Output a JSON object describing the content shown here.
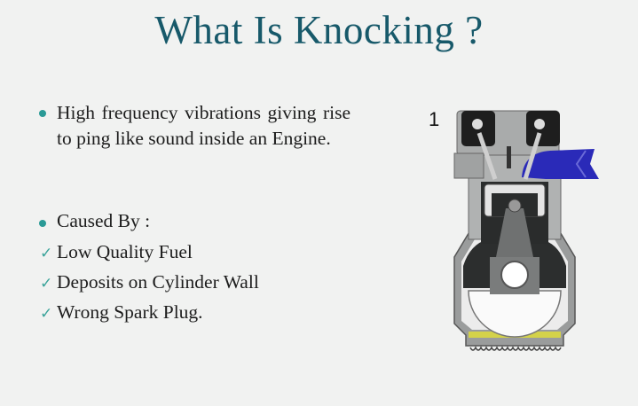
{
  "title": "What Is Knocking ?",
  "bullets": [
    {
      "text": "High frequency vibrations giving rise to ping like sound inside an Engine."
    },
    {
      "text": "Caused By :"
    }
  ],
  "causes": [
    "Low Quality Fuel",
    "Deposits on Cylinder Wall",
    "Wrong Spark Plug."
  ],
  "diagram": {
    "stroke_label": "1",
    "intake_color": "#2a2ab8",
    "oil_color": "#d4d24a"
  }
}
